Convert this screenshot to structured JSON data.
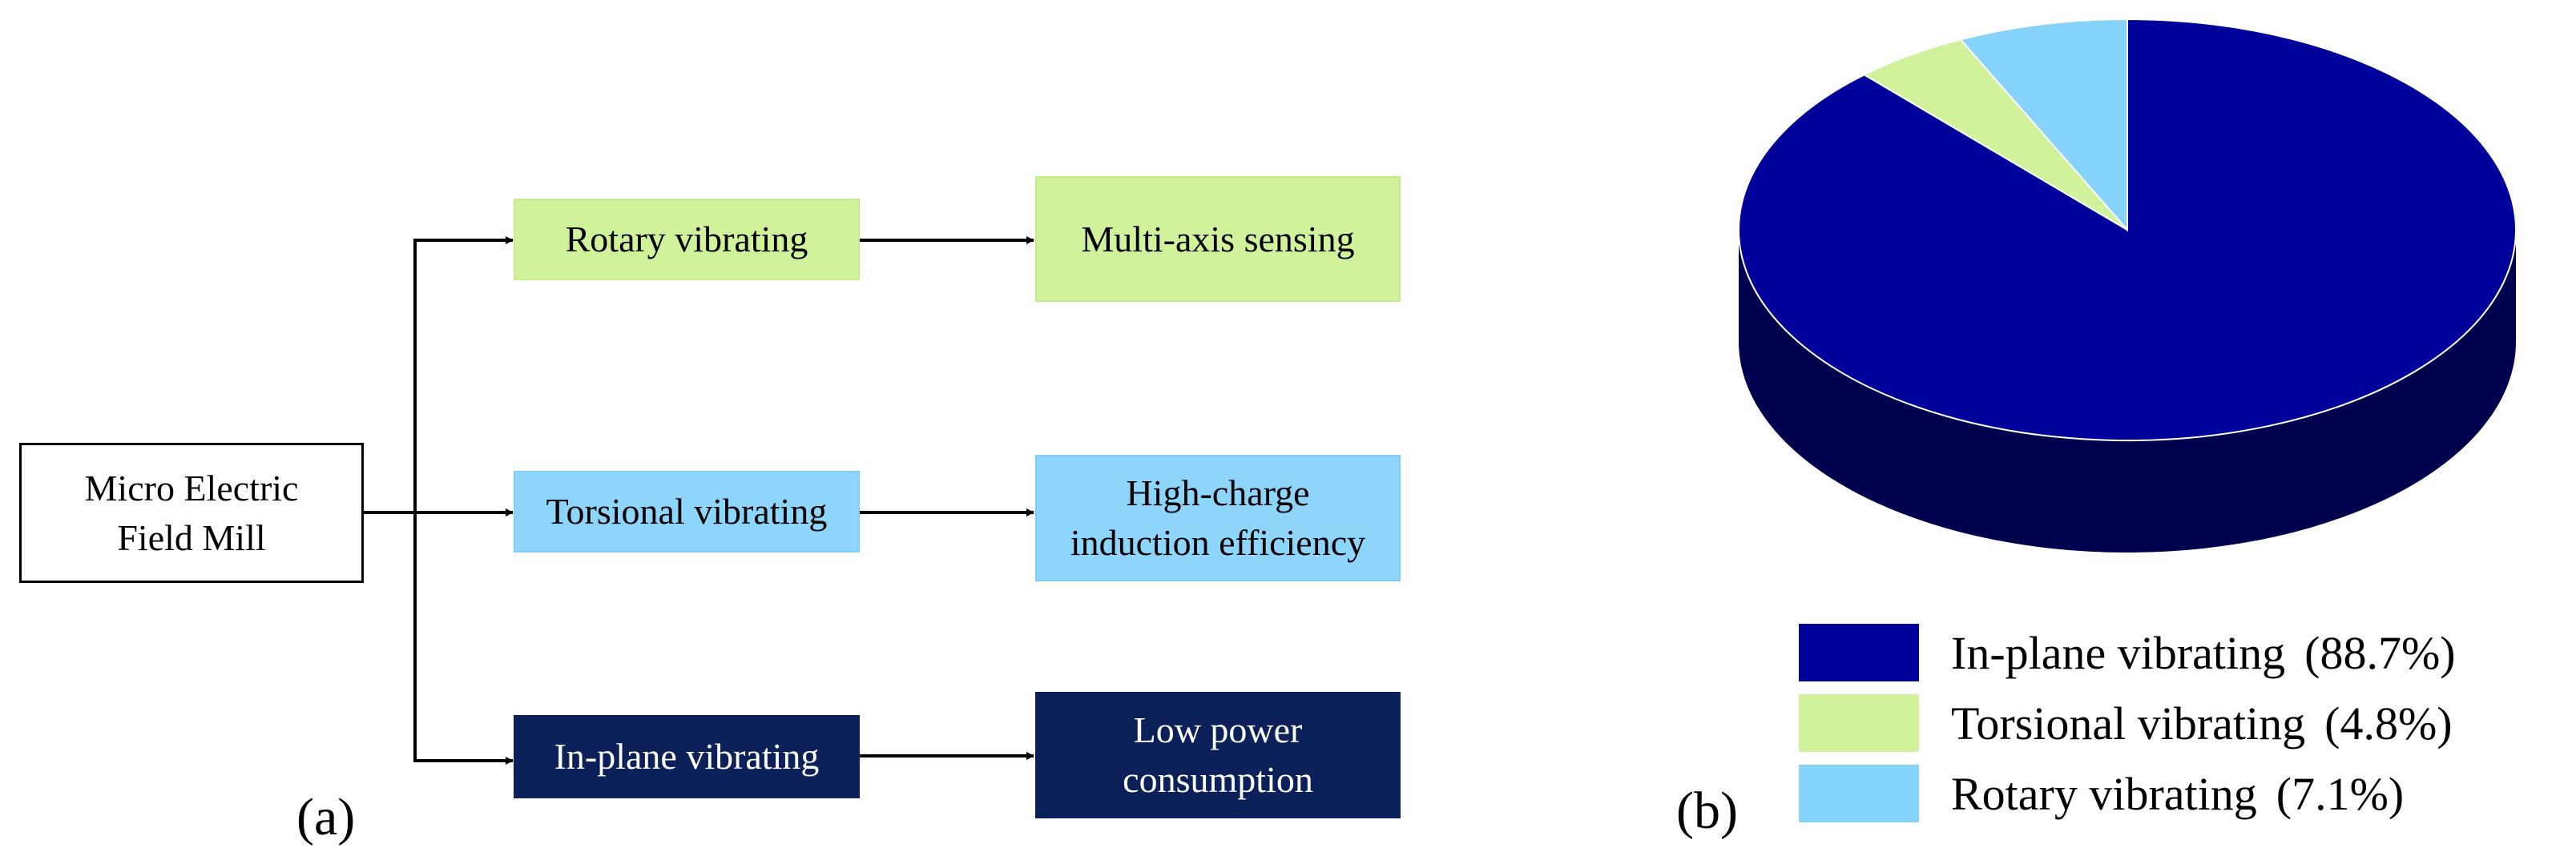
{
  "diagram": {
    "source": {
      "line1": "Micro Electric",
      "line2": "Field Mill"
    },
    "types": [
      {
        "label": "Rotary vibrating",
        "color": "#cff29a"
      },
      {
        "label": "Torsional vibrating",
        "color": "#8dd5fb"
      },
      {
        "label": "In-plane vibrating",
        "color": "#0c2159"
      }
    ],
    "advantages": [
      {
        "line1": "Multi-axis sensing",
        "line2": ""
      },
      {
        "line1": "High-charge",
        "line2": "induction efficiency"
      },
      {
        "line1": "Low power",
        "line2": "consumption"
      }
    ],
    "panel_label": "(a)"
  },
  "chart_data": {
    "type": "pie",
    "panel_label": "(b)",
    "slices": [
      {
        "name": "In-plane vibrating",
        "value": 88.7,
        "label": "(88.7%)",
        "color": "#00009b"
      },
      {
        "name": "Torsional vibrating",
        "value": 4.8,
        "label": "(4.8%)",
        "color": "#cff29a"
      },
      {
        "name": "Rotary vibrating",
        "value": 7.1,
        "label": "(7.1%)",
        "color": "#85d3fb"
      }
    ],
    "legend_position": "bottom",
    "style": "3d"
  }
}
